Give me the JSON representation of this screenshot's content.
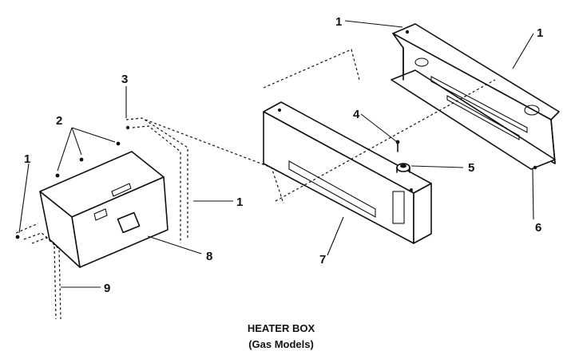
{
  "diagram": {
    "caption": {
      "title": "HEATER BOX",
      "subtitle": "(Gas Models)"
    },
    "callouts": {
      "c1_top": "1",
      "c1_right": "1",
      "c1_left": "1",
      "c1_mid": "1",
      "c2": "2",
      "c3": "3",
      "c4": "4",
      "c5": "5",
      "c6": "6",
      "c7": "7",
      "c8": "8",
      "c9": "9"
    }
  }
}
